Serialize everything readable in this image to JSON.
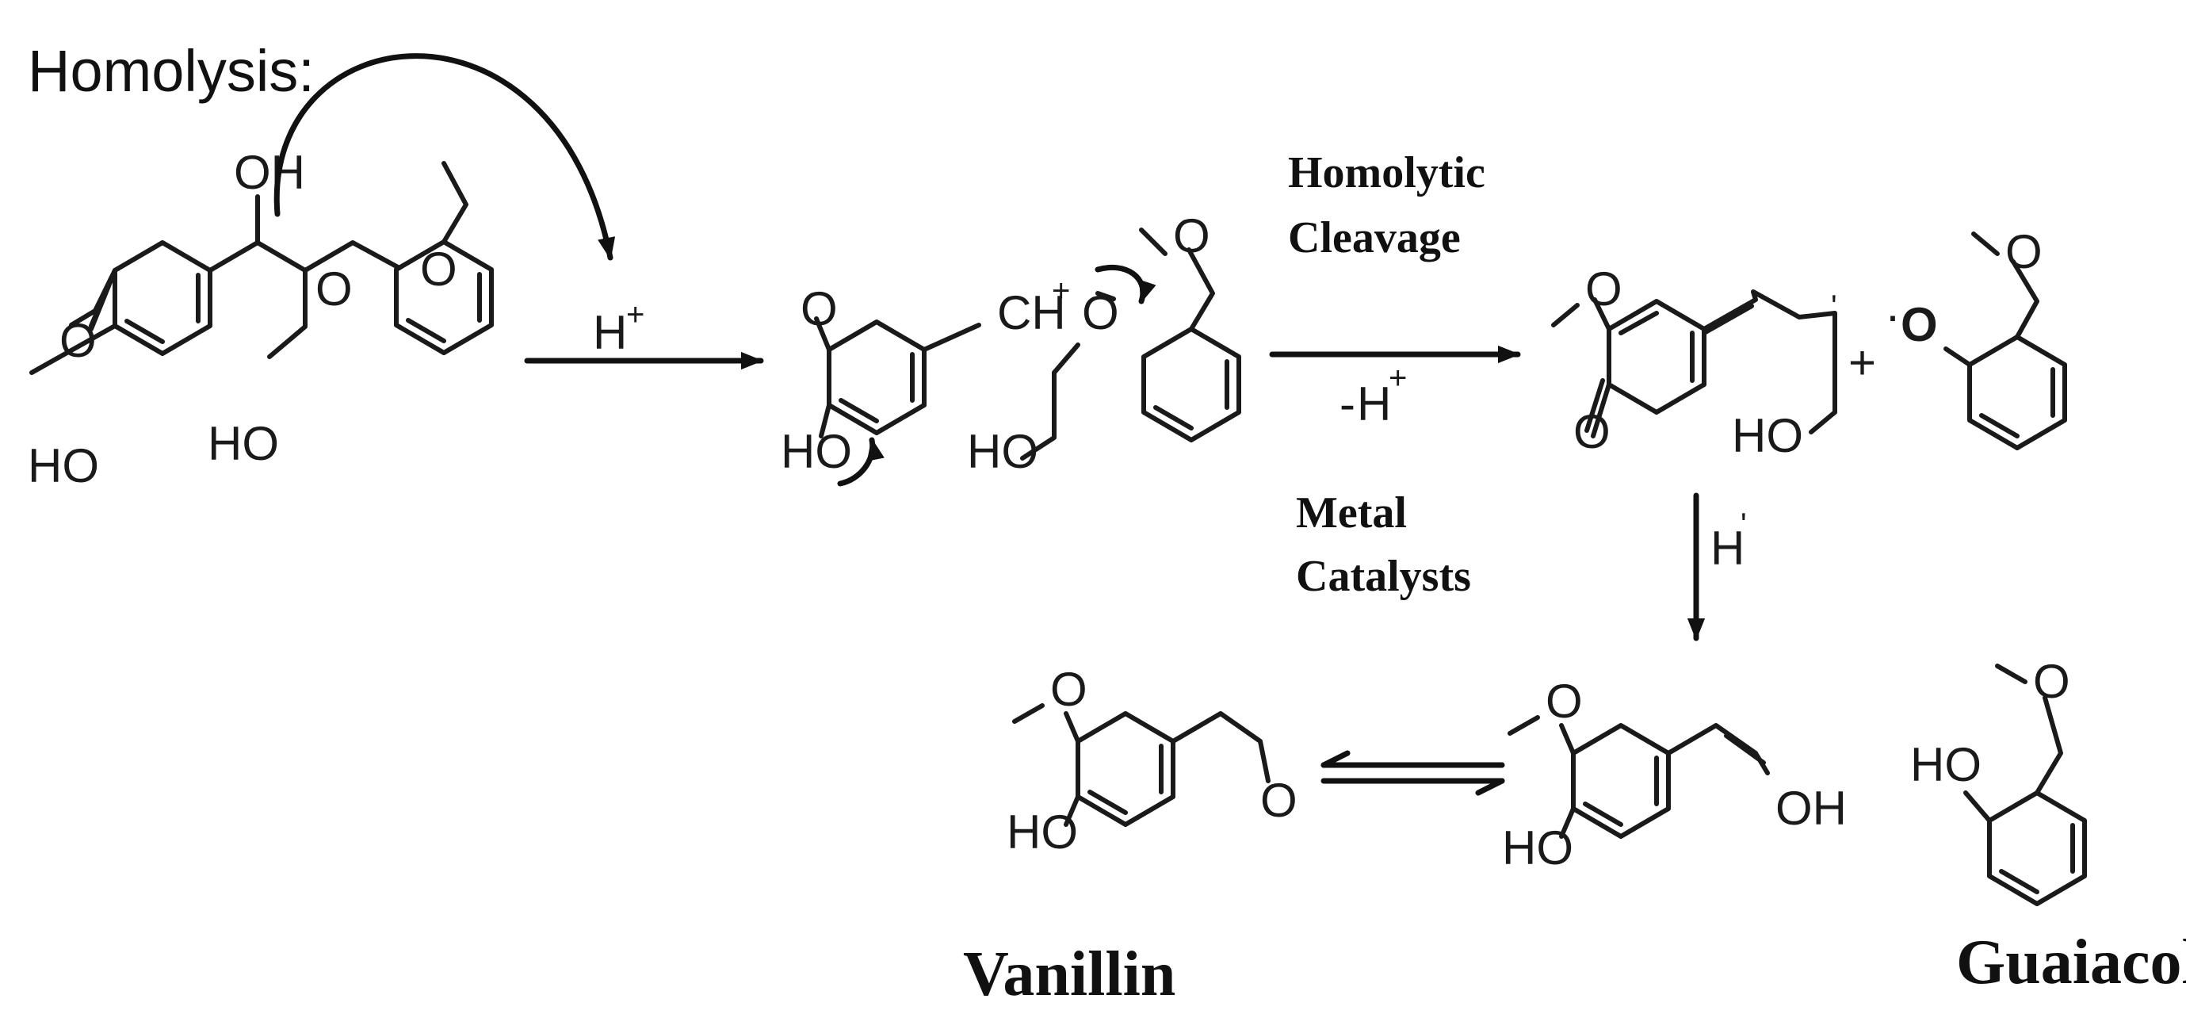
{
  "title": "Homolysis:",
  "atoms": {
    "oh": "OH",
    "ho": "HO",
    "o": "O",
    "o_radical": "O",
    "ch": "CH",
    "h": "H",
    "plus": "+",
    "charge_plus": "+",
    "minus": "-",
    "radical_dot": "·",
    "prime": "'"
  },
  "conditions": {
    "protonation": {
      "atom": "H",
      "sup": "+"
    },
    "cleavage_line1": "Homolytic",
    "cleavage_line2": "Cleavage",
    "deprotonation": {
      "prefix": "-",
      "atom": "H",
      "sup": "+"
    },
    "catalyst_line1": "Metal",
    "catalyst_line2": "Catalysts",
    "hydrogenation": {
      "atom": "H",
      "sup": "'"
    }
  },
  "products": {
    "vanillin": "Vanillin",
    "guaiacol": "Guaiacol"
  },
  "colors": {
    "ink": "#111111",
    "background": "#ffffff"
  }
}
